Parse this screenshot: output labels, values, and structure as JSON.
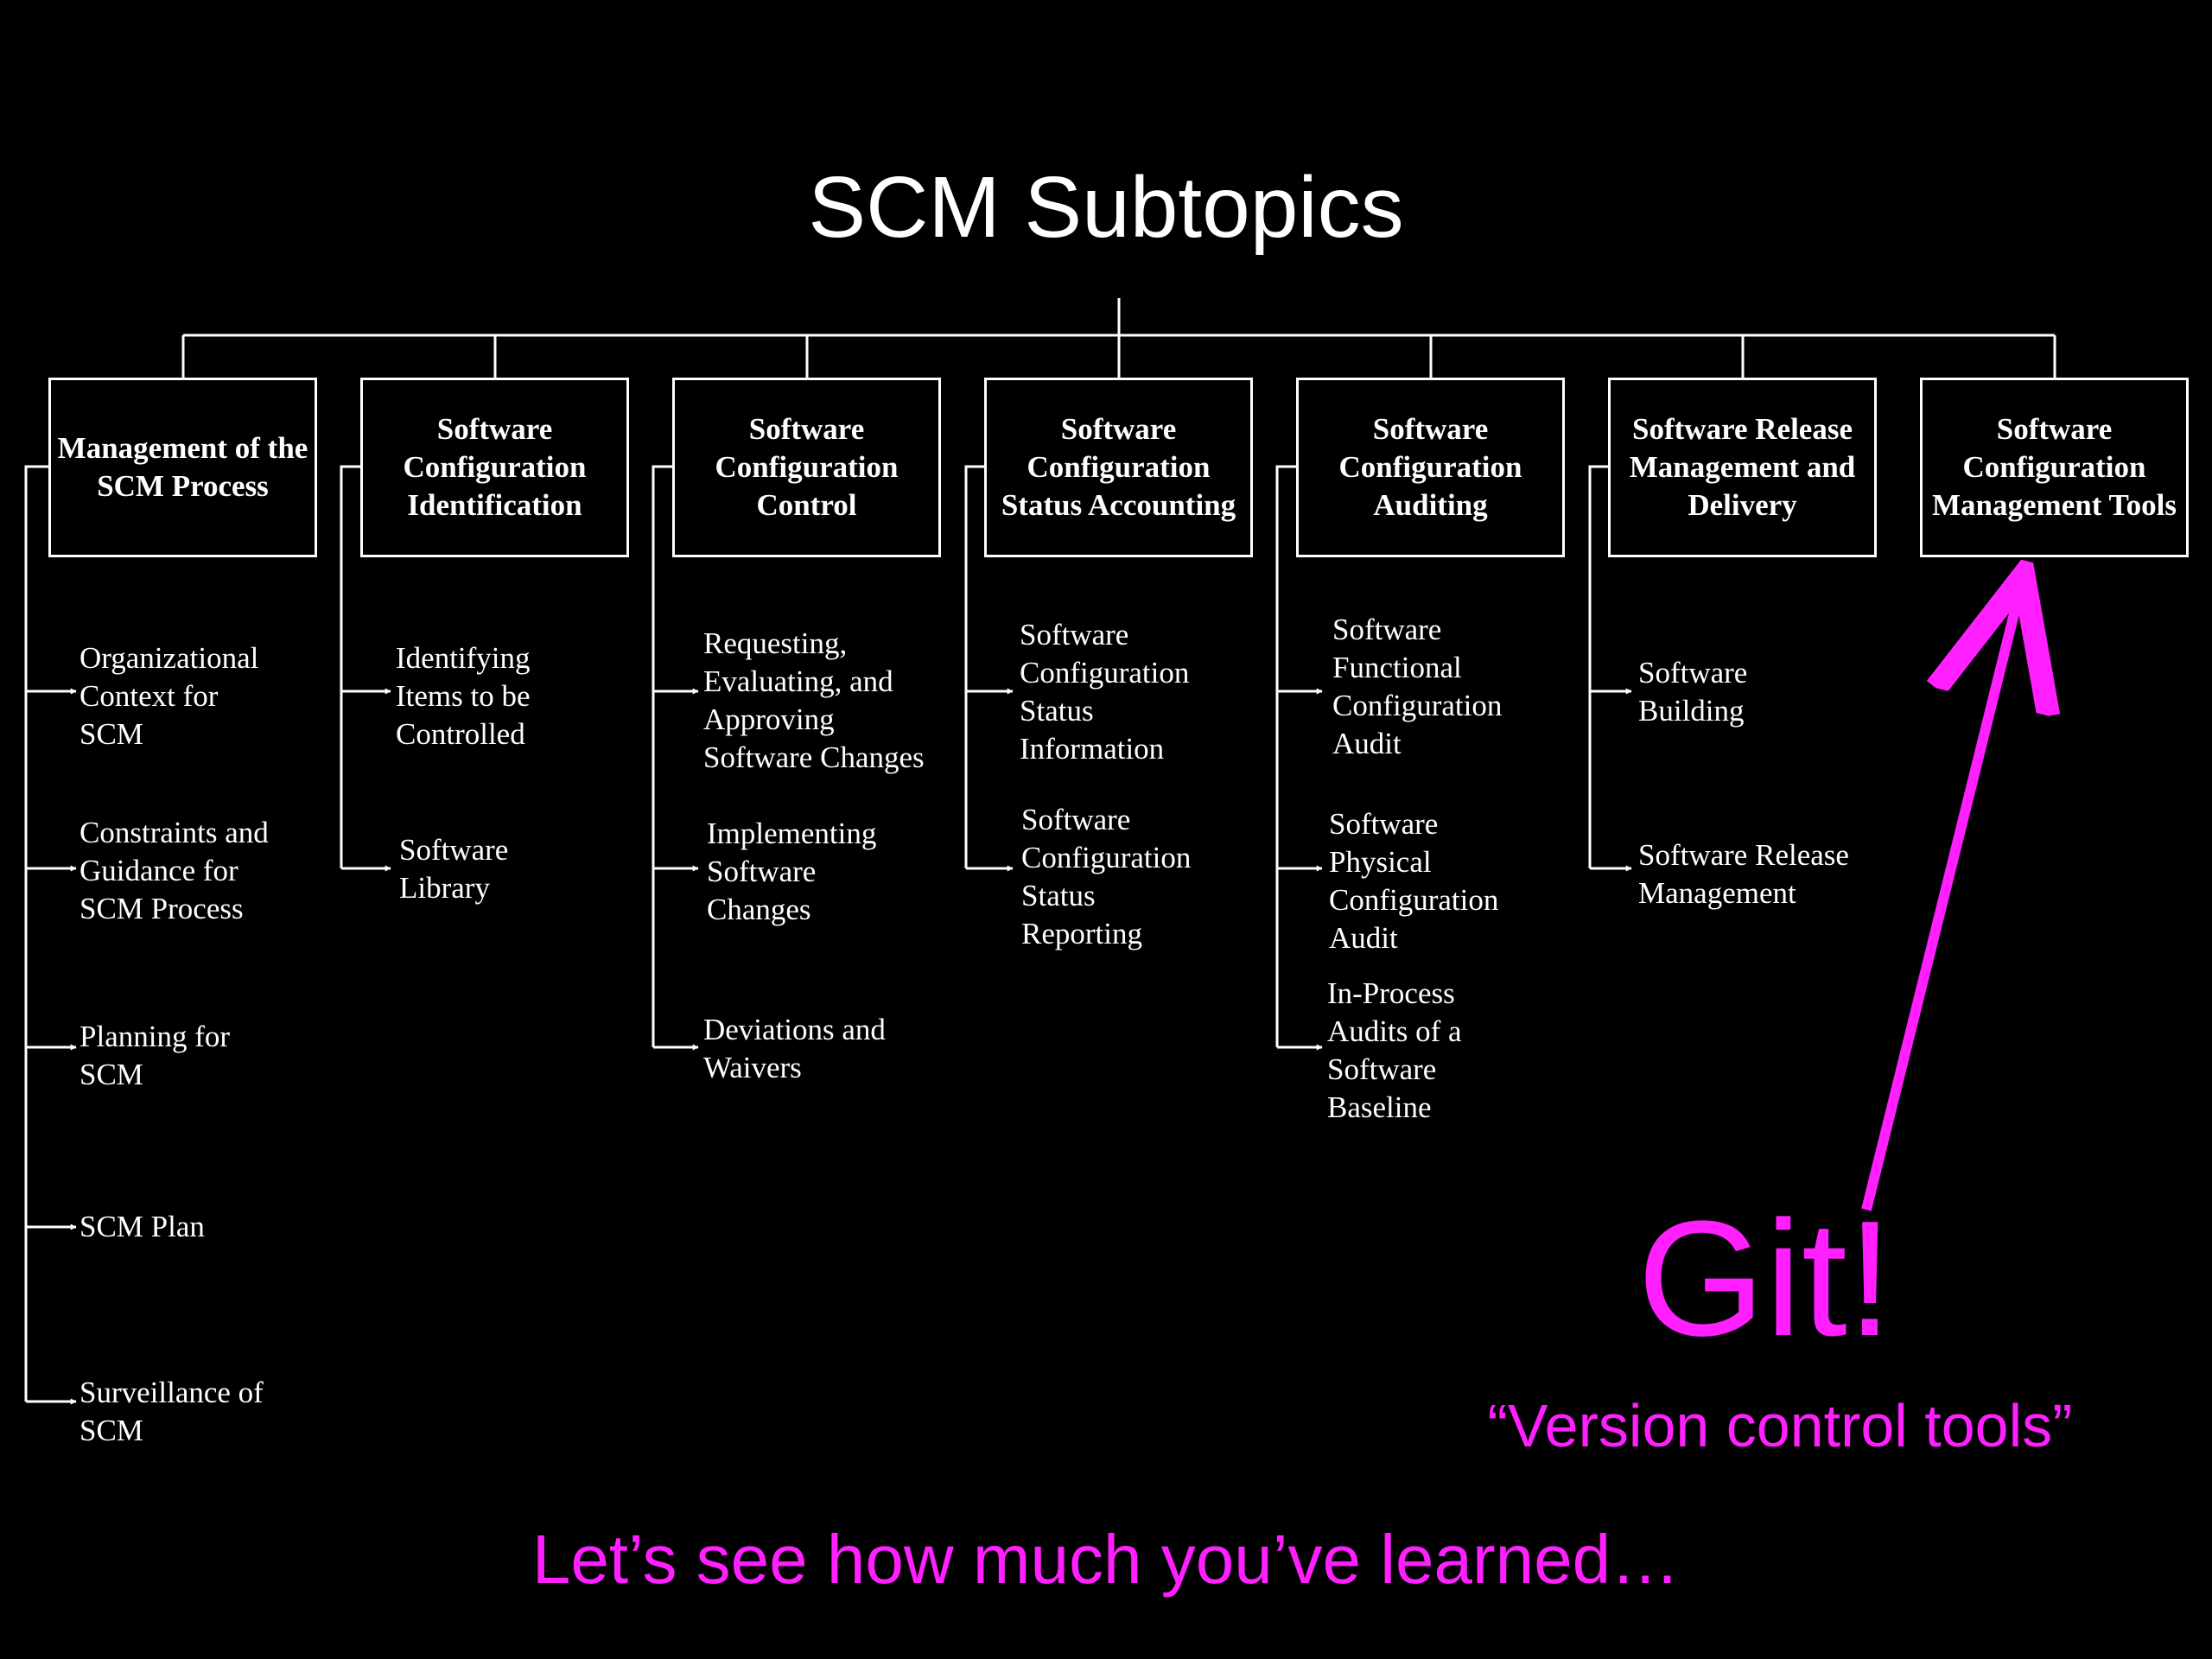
{
  "title": "SCM Subtopics",
  "columns": [
    {
      "heading": "Management of\nthe SCM Process",
      "items": [
        "Organizational\nContext for\nSCM",
        "Constraints and\nGuidance for\nSCM Process",
        "Planning for\nSCM",
        "SCM Plan",
        "Surveillance of\nSCM"
      ]
    },
    {
      "heading": "Software\nConfiguration\nIdentification",
      "items": [
        "Identifying\nItems to be\nControlled",
        "Software\nLibrary"
      ]
    },
    {
      "heading": "Software\nConfiguration\nControl",
      "items": [
        "Requesting,\nEvaluating, and\nApproving\nSoftware Changes",
        "Implementing\nSoftware\nChanges",
        "Deviations and\nWaivers"
      ]
    },
    {
      "heading": "Software\nConfiguration\nStatus\nAccounting",
      "items": [
        "Software\nConfiguration\nStatus\nInformation",
        "Software\nConfiguration\nStatus\nReporting"
      ]
    },
    {
      "heading": "Software\nConfiguration\nAuditing",
      "items": [
        "Software\nFunctional\nConfiguration\nAudit",
        "Software\nPhysical\nConfiguration\nAudit",
        "In-Process\nAudits of a\nSoftware\nBaseline"
      ]
    },
    {
      "heading": "Software Release\nManagement\nand Delivery",
      "items": [
        "Software\nBuilding",
        "Software Release\nManagement"
      ]
    },
    {
      "heading": "Software\nConfiguration\nManagement\nTools",
      "items": []
    }
  ],
  "callout": {
    "main": "Git!",
    "subtitle": "“Version control tools”",
    "color": "#ff1fff"
  },
  "footer": "Let’s see how much you’ve learned…"
}
